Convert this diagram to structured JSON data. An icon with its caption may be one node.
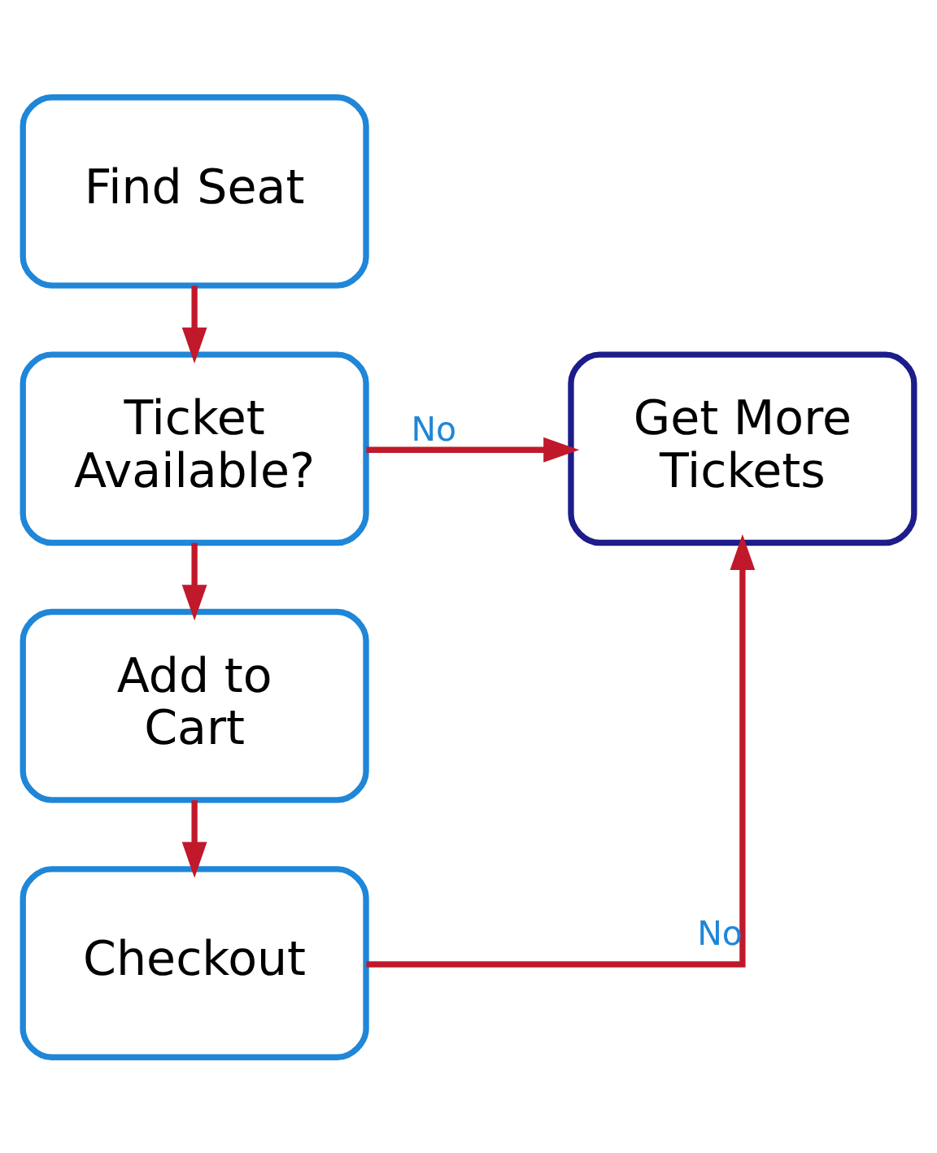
{
  "diagram": {
    "nodes": [
      {
        "text": [
          "Find Seat"
        ]
      },
      {
        "text": [
          "Ticket Available?"
        ]
      },
      {
        "text": [
          "Add to Cart"
        ]
      },
      {
        "text": [
          "Checkout"
        ]
      },
      {
        "text": [
          "Get More Tickets"
        ]
      }
    ],
    "edges": [
      {
        "from": 0,
        "to": 1,
        "arrow": "to"
      },
      {
        "from": 1,
        "to": 4,
        "arrow": "to",
        "label": "No"
      },
      {
        "from": 1,
        "to": 2,
        "arrow": "to"
      },
      {
        "from": 2,
        "to": 3,
        "arrow": "to"
      },
      {
        "from": 3,
        "to": 4,
        "arrow": "to",
        "label": "No"
      }
    ]
  }
}
